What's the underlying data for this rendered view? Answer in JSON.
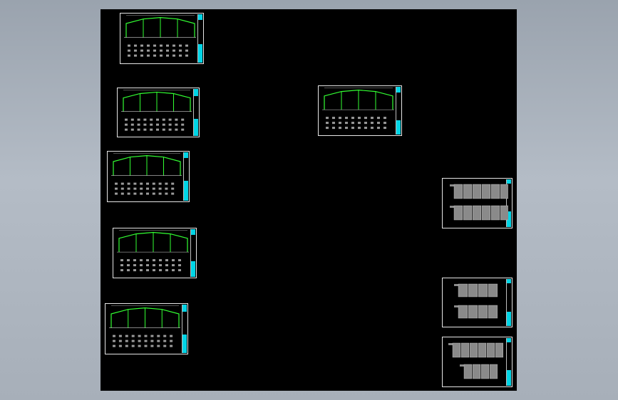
{
  "canvas": {
    "background_color": "#000000",
    "frame_color": "#e6e6e6",
    "structure_color": "#32ff32",
    "titleblock_color": "#00d5e6",
    "detail_color": "#cfcfcf",
    "table_fill_color": "#8a8a8a"
  },
  "sheets": [
    {
      "name": "sheet-frame-elevation-1",
      "kind": "frame-elevation"
    },
    {
      "name": "sheet-frame-elevation-2",
      "kind": "frame-elevation"
    },
    {
      "name": "sheet-frame-elevation-3",
      "kind": "frame-elevation"
    },
    {
      "name": "sheet-frame-elevation-4",
      "kind": "frame-elevation"
    },
    {
      "name": "sheet-frame-elevation-5",
      "kind": "frame-elevation"
    },
    {
      "name": "sheet-frame-elevation-6",
      "kind": "frame-elevation"
    },
    {
      "name": "sheet-table-1",
      "kind": "schedule-table"
    },
    {
      "name": "sheet-table-2",
      "kind": "schedule-table"
    },
    {
      "name": "sheet-table-3",
      "kind": "schedule-table"
    }
  ]
}
